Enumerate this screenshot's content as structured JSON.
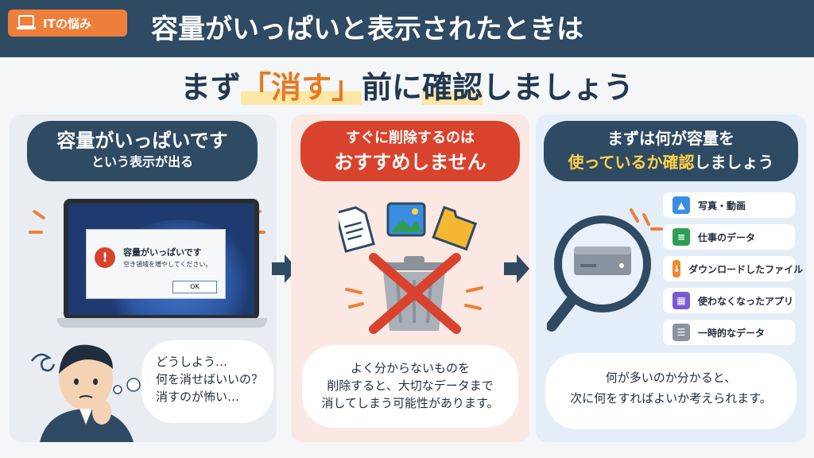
{
  "header": {
    "badge": "ITの悩み",
    "title": "容量がいっぱいと表示されたときは"
  },
  "subtitle": {
    "pre": "まず",
    "highlight": "「消す」",
    "mid": "前に",
    "emph": "確認",
    "post": "しましょう"
  },
  "panel1": {
    "head_line1": "容量がいっぱいです",
    "head_line2": "という表示が出る",
    "dialog_title": "容量がいっぱいです",
    "dialog_msg": "空き領域を増やしてください。",
    "dialog_ok": "OK",
    "thought_lines": [
      "どうしよう…",
      "何を消せばいいの？",
      "消すのが怖い…"
    ]
  },
  "panel2": {
    "head_line1": "すぐに削除するのは",
    "head_line2": "おすすめしません",
    "note_lines": [
      "よく分からないものを",
      "削除すると、大切なデータまで",
      "消してしまう可能性があります。"
    ]
  },
  "panel3": {
    "head_line1": "まずは何が容量を",
    "head_line2_a": "使っているか確認",
    "head_line2_b": "しましょう",
    "categories": [
      {
        "label": "写真・動画",
        "icon": "image-icon",
        "color": "#3b8de0"
      },
      {
        "label": "仕事のデータ",
        "icon": "sheet-icon",
        "color": "#2e9e55"
      },
      {
        "label": "ダウンロードしたファイル",
        "icon": "download-icon",
        "color": "#ee8a2a"
      },
      {
        "label": "使わなくなったアプリ",
        "icon": "apps-icon",
        "color": "#7a5ad0"
      },
      {
        "label": "一時的なデータ",
        "icon": "doc-icon",
        "color": "#8a94a0"
      }
    ],
    "note_lines": [
      "何が多いのか分かると、",
      "次に何をすればよいか考えられます。"
    ]
  },
  "colors": {
    "navy": "#2f4a63",
    "orange": "#ee7f3a",
    "red": "#d9432e",
    "yellow": "#ffd24a"
  }
}
